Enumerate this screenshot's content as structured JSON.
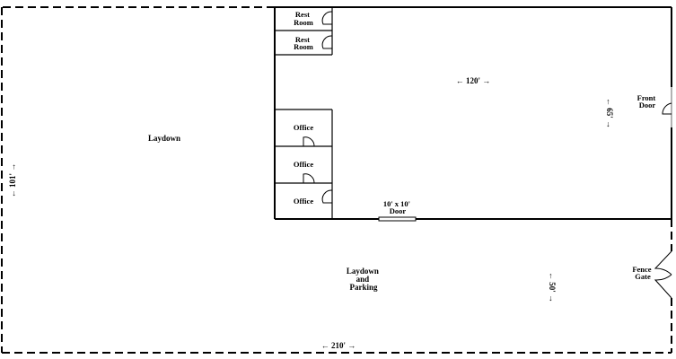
{
  "plan": {
    "colors": {
      "line": "#000000",
      "background": "#ffffff"
    },
    "areas": {
      "laydown": "Laydown",
      "laydown_parking": [
        "Laydown",
        "and",
        "Parking"
      ]
    },
    "rooms": {
      "restroom_1": [
        "Rest",
        "Room"
      ],
      "restroom_2": [
        "Rest",
        "Room"
      ],
      "office_1": "Office",
      "office_2": "Office",
      "office_3": "Office"
    },
    "openings": {
      "front_door": [
        "Front",
        "Door"
      ],
      "bay_door": [
        "10' x 10'",
        "Door"
      ],
      "fence_gate": [
        "Fence",
        "Gate"
      ]
    },
    "dimensions": {
      "building_length": "← 120' →",
      "building_depth": "← 65' →",
      "lot_length": "← 210' →",
      "lot_depth": "← 101' →",
      "yard_depth": "← 50' →"
    }
  }
}
